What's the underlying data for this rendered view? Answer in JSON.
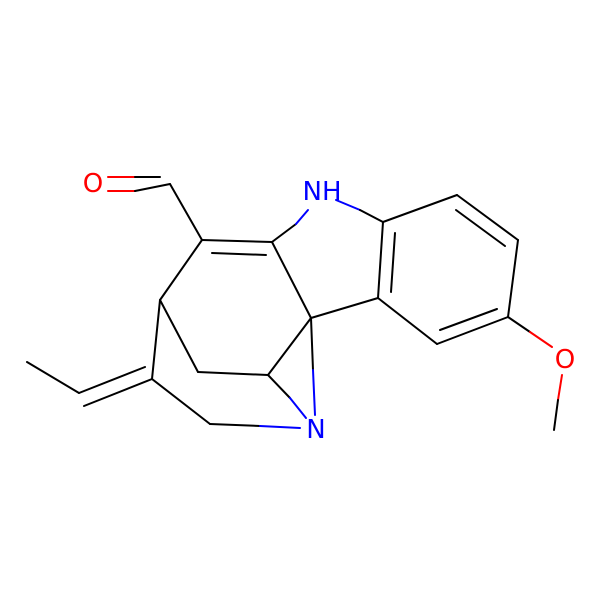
{
  "molecule": {
    "atoms": [
      {
        "id": "O_ald",
        "symbol": "O",
        "color": "#ff0000"
      },
      {
        "id": "N_H",
        "symbol": "NH",
        "color": "#0000ff"
      },
      {
        "id": "N_bridge",
        "symbol": "N",
        "color": "#0000ff"
      },
      {
        "id": "O_ether",
        "symbol": "O",
        "color": "#ff0000"
      }
    ],
    "colors": {
      "bond": "#000000",
      "oxygen": "#ff0000",
      "nitrogen": "#0000ff",
      "background": "#ffffff"
    }
  }
}
